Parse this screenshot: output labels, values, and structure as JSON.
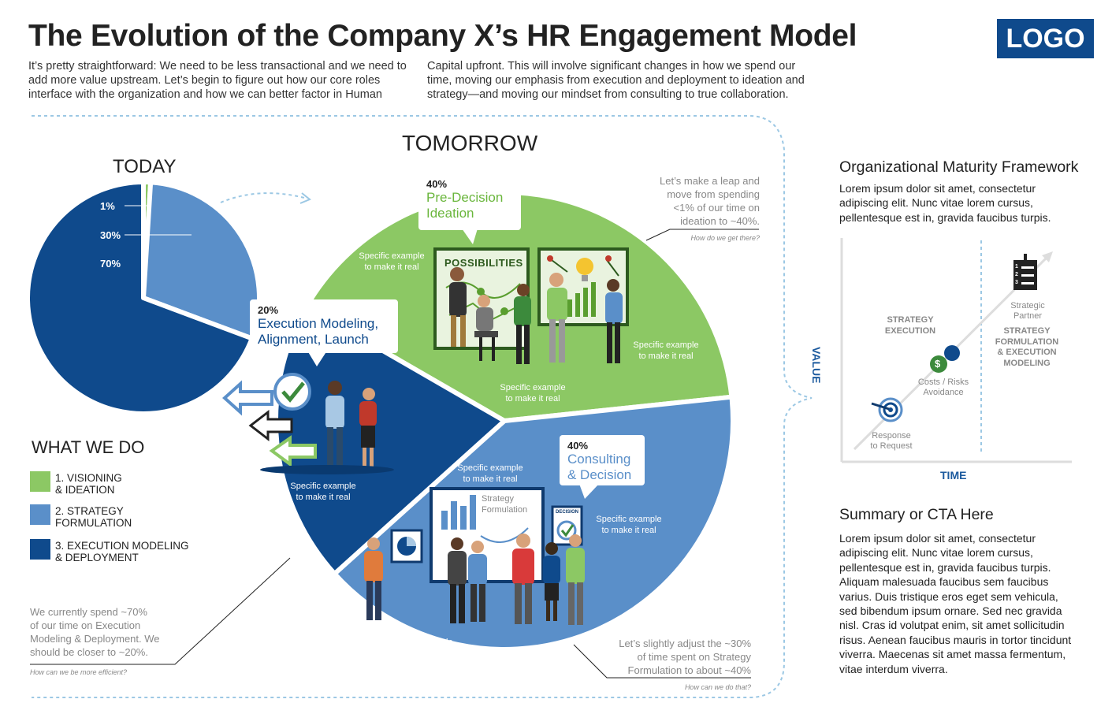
{
  "header": {
    "title": "The Evolution of the Company X’s HR Engagement Model",
    "logo": "LOGO",
    "intro_left": "It’s pretty straightforward: We need to be less transactional and we need to add more value upstream. Let’s begin to figure out how our core roles interface with the organization and how we can better factor in Human",
    "intro_right": "Capital upfront. This will involve significant changes in how we spend our time, moving our emphasis from execution and deployment to ideation and strategy—and moving our mindset from consulting to true collaboration."
  },
  "colors": {
    "green": "#8cc864",
    "light_blue": "#5a8fc9",
    "dark_blue": "#0f4a8c",
    "navy": "#0f4a8c"
  },
  "today": {
    "title": "TODAY",
    "chart_data": {
      "type": "pie",
      "slices": [
        {
          "label": "1%",
          "value": 1,
          "color": "#8cc864"
        },
        {
          "label": "30%",
          "value": 30,
          "color": "#5a8fc9"
        },
        {
          "label": "70%",
          "value": 70,
          "color": "#0f4a8c"
        }
      ]
    }
  },
  "tomorrow": {
    "title": "TOMORROW",
    "chart_data": {
      "type": "pie",
      "slices": [
        {
          "label": "40%",
          "name": "Pre-Decision Ideation",
          "value": 40,
          "color": "#8cc864"
        },
        {
          "label": "40%",
          "name": "Consulting & Decision",
          "value": 40,
          "color": "#5a8fc9"
        },
        {
          "label": "20%",
          "name": "Execution Modeling, Alignment, Launch",
          "value": 20,
          "color": "#0f4a8c"
        }
      ]
    },
    "callouts": {
      "green": {
        "pct": "40%",
        "name": "Pre-Decision\nIdeation"
      },
      "dark": {
        "pct": "20%",
        "name": "Execution Modeling,\nAlignment, Launch"
      },
      "light": {
        "pct": "40%",
        "name": "Consulting\n& Decision"
      }
    },
    "board_label": "POSSIBILITIES",
    "strategy_board": "Strategy\nFormulation",
    "decision_label": "DECISION",
    "example": "Specific example\nto make it real"
  },
  "what_we_do": {
    "title": "WHAT WE DO",
    "items": [
      {
        "label": "1. VISIONING\n    & IDEATION",
        "color": "#8cc864"
      },
      {
        "label": "2. STRATEGY\n    FORMULATION",
        "color": "#5a8fc9"
      },
      {
        "label": "3. EXECUTION MODELING\n    & DEPLOYMENT",
        "color": "#0f4a8c"
      }
    ]
  },
  "notes": {
    "green_lines": [
      "Let’s make a leap and",
      "move from spending",
      "<1% of our time on",
      "ideation to ~40%."
    ],
    "green_ask": "How do we get there?",
    "execution_lines": [
      "We currently spend ~70%",
      "of our time on Execution",
      "Modeling & Deployment. We",
      "should be closer to ~20%."
    ],
    "execution_ask": "How can we be more efficient?",
    "strategy_lines": [
      "Let’s slightly adjust the ~30%",
      "of time spent on Strategy",
      "Formulation to about  ~40%"
    ],
    "strategy_ask": "How can we do that?"
  },
  "maturity": {
    "title": "Organizational Maturity Framework",
    "body": "Lorem ipsum dolor sit amet, consectetur adipiscing elit. Nunc vitae lorem cursus, pellentesque est in, gravida faucibus turpis.",
    "y_axis": "VALUE",
    "x_axis": "TIME",
    "labels": {
      "strategy_execution": "STRATEGY\nEXECUTION",
      "strategy_formulation": "STRATEGY\nFORMULATION\n& EXECUTION\nMODELING",
      "strategic_partner": "Strategic\nPartner",
      "costs": "Costs / Risks\nAvoidance",
      "response": "Response\nto Request"
    },
    "checklist": [
      "1",
      "2",
      "3"
    ],
    "dollar": "$"
  },
  "summary": {
    "title": "Summary or CTA Here",
    "body": "Lorem ipsum dolor sit amet, consectetur adipiscing elit. Nunc vitae lorem cursus, pellentesque est in, gravida faucibus turpis. Aliquam malesuada faucibus sem faucibus varius. Duis tristique eros eget sem vehicula, sed bibendum ipsum ornare. Sed nec gravida nisl. Cras id volutpat enim, sit amet sollicitudin risus. Aenean faucibus mauris in tortor tincidunt viverra. Maecenas sit amet massa fermentum, vitae interdum viverra."
  }
}
